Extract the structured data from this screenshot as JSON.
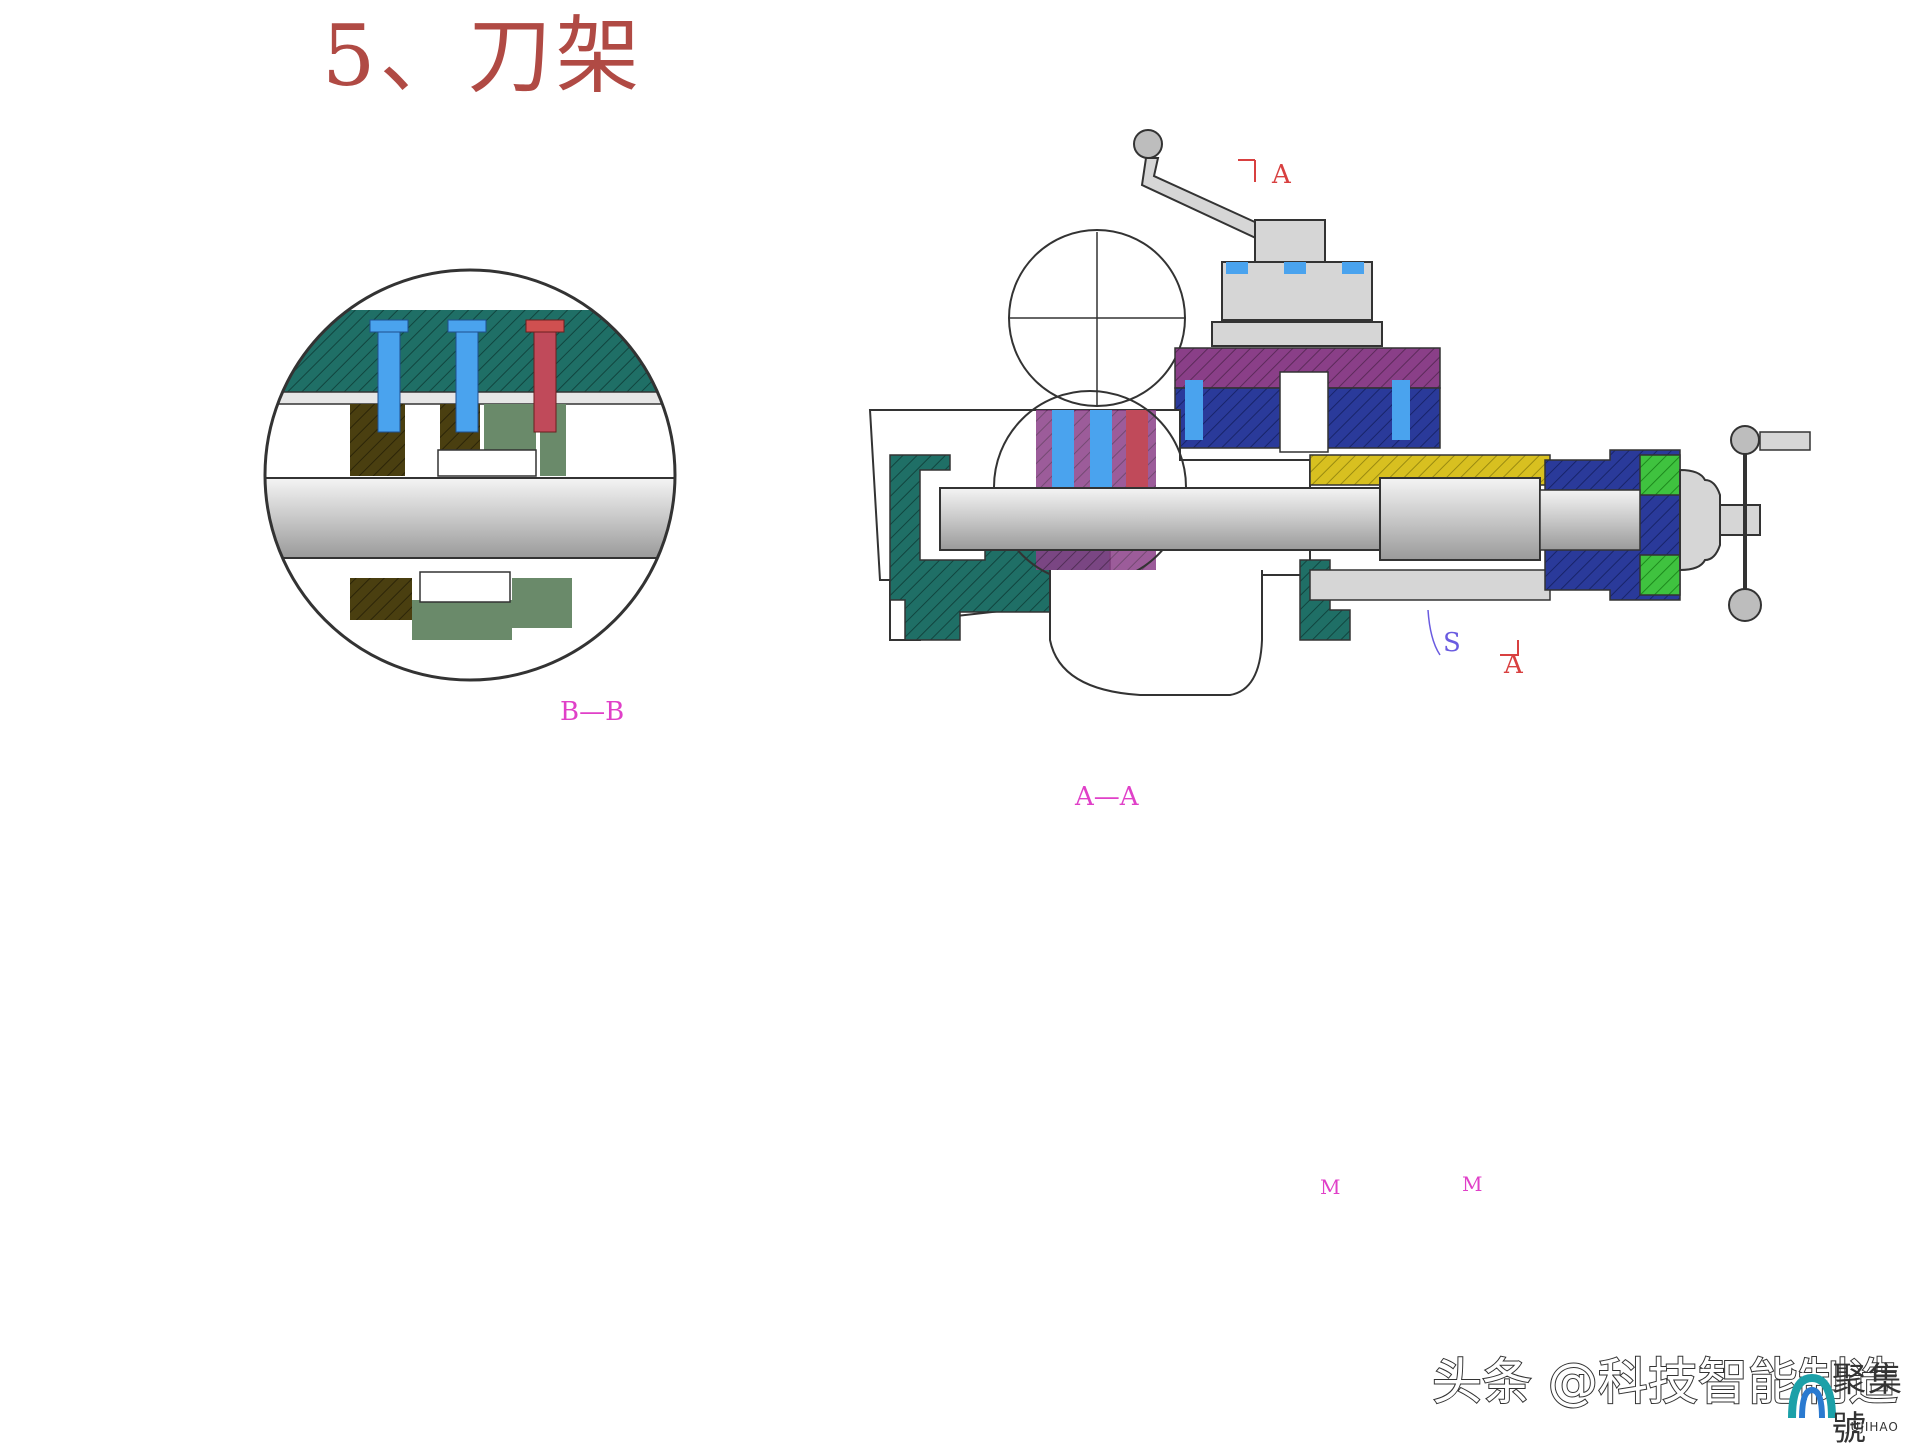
{
  "title": "5、刀架",
  "labels": {
    "section_b": "B—B",
    "section_a_top": "A",
    "section_a_bottom": "A",
    "section_s": "S",
    "section_aa": "A—A",
    "mark_m1": "M",
    "mark_m2": "M"
  },
  "watermark": "头条 @科技智能制造",
  "logo": {
    "name": "聚集號",
    "sub": "JUJIHAO"
  },
  "colors": {
    "title": "#b04a44",
    "steel_gray": "#d6d6d6",
    "teal": "#1f6f66",
    "blue_bolt": "#4aa3ee",
    "olive": "#5a4a12",
    "green_hatch": "#3fc23f",
    "lime": "#9cc321",
    "purple": "#8a3f88",
    "navy": "#2a3a9a",
    "yellow": "#d8c020",
    "magenta_label": "#e040c8"
  }
}
